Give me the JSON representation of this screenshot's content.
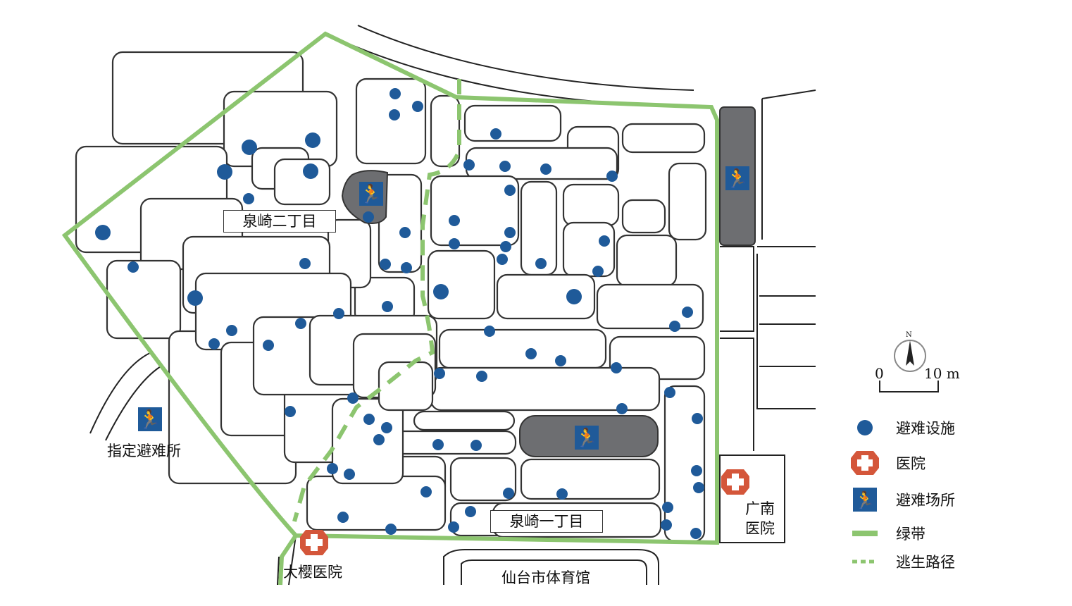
{
  "map_labels": {
    "district_1": "泉崎二丁目",
    "district_2": "泉崎一丁目",
    "designated_shelter": "指定避难所",
    "hospital_1": "大樱医院",
    "hospital_2_line1": "广南",
    "hospital_2_line2": "医院",
    "gymnasium": "仙台市体育馆"
  },
  "scale_bar": {
    "start": "0",
    "end": "10 m",
    "north": "N"
  },
  "legend": {
    "facility": "避难设施",
    "hospital": "医院",
    "evac_site": "避难场所",
    "greenbelt": "绿带",
    "escape_route": "逃生路径"
  },
  "colors": {
    "facility_dot": "#1f5a99",
    "green_belt": "#8cc56f",
    "evac_icon_bg": "#1f5a99",
    "hospital_cross": "#d4563a",
    "gray_area": "#6d6e71"
  },
  "icons": [
    "evacuation-site-icon",
    "hospital-icon",
    "compass-icon"
  ]
}
